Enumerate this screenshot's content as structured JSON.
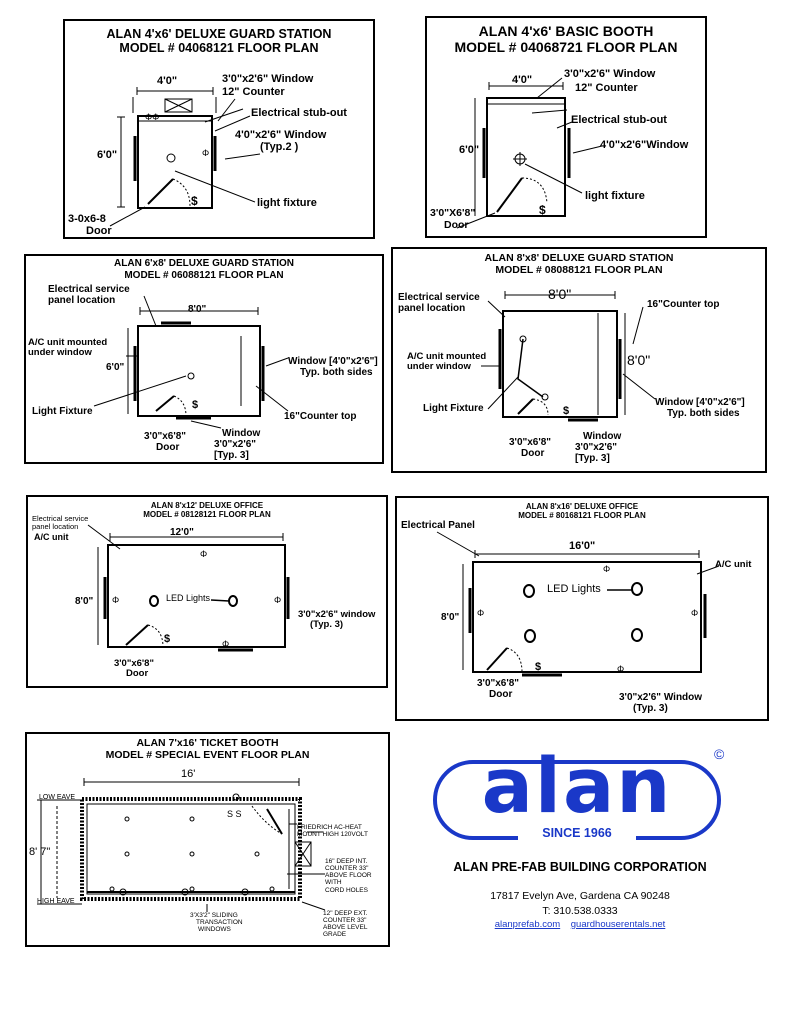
{
  "panel1": {
    "title1": "ALAN 4'x6' DELUXE GUARD STATION",
    "title2": "MODEL # 04068121  FLOOR PLAN",
    "width": "4'0\"",
    "height": "6'0\"",
    "window_front": "3'0\"x2'6\" Window",
    "counter": "12\" Counter",
    "stub": "Electrical stub-out",
    "window_side1": "4'0\"x2'6\" Window",
    "window_side2": "(Typ.2 )",
    "light": "light fixture",
    "door1": "3-0x6-8",
    "door2": "Door"
  },
  "panel2": {
    "title1": "ALAN 4'x6'  BASIC BOOTH",
    "title2": "MODEL # 04068721  FLOOR PLAN",
    "width": "4'0\"",
    "height": "6'0\"",
    "window_front": "3'0\"x2'6\" Window",
    "counter": "12\" Counter",
    "stub": "Electrical stub-out",
    "window_side": "4'0\"x2'6\"Window",
    "light": "light fixture",
    "door1": "3'0\"X6'8\"",
    "door2": "Door"
  },
  "panel3": {
    "title1": "ALAN 6'x8' DELUXE GUARD STATION",
    "title2": "MODEL # 06088121  FLOOR PLAN",
    "elec1": "Electrical service",
    "elec2": "panel location",
    "width": "8'0\"",
    "height": "6'0\"",
    "ac1": "A/C unit mounted",
    "ac2": "under window",
    "window1": "Window [4'0\"x2'6\"]",
    "window2": "Typ. both sides",
    "light": "Light Fixture",
    "counter": "16\"Counter top",
    "door1": "3'0\"x6'8\"",
    "door2": "Door",
    "win_b1": "Window",
    "win_b2": "3'0\"x2'6\"",
    "win_b3": "[Typ. 3]"
  },
  "panel4": {
    "title1": "ALAN 8'x8' DELUXE GUARD STATION",
    "title2": "MODEL # 08088121  FLOOR PLAN",
    "elec1": "Electrical service",
    "elec2": "panel location",
    "width": "8'0\"",
    "height": "8'0\"",
    "counter": "16\"Counter top",
    "ac1": "A/C unit  mounted",
    "ac2": "under window",
    "light": "Light Fixture",
    "window1": "Window [4'0\"x2'6\"]",
    "window2": "Typ. both sides",
    "door1": "3'0\"x6'8\"",
    "door2": "Door",
    "win_b1": "Window",
    "win_b2": "3'0\"x2'6\"",
    "win_b3": "[Typ. 3]"
  },
  "panel5": {
    "title1": "ALAN 8'x12' DELUXE OFFICE",
    "title2": "MODEL # 08128121 FLOOR PLAN",
    "elec1": "Electrical service",
    "elec2": "panel location",
    "ac": "A/C unit",
    "width": "12'0\"",
    "height": "8'0\"",
    "led": "LED Lights",
    "window1": "3'0\"x2'6\" window",
    "window2": "(Typ. 3)",
    "door1": "3'0\"x6'8\"",
    "door2": "Door"
  },
  "panel6": {
    "title1": "ALAN 8'x16' DELUXE OFFICE",
    "title2": "MODEL # 80168121  FLOOR PLAN",
    "elec": "Electrical Panel",
    "width": "16'0\"",
    "ac": "A/C unit",
    "height": "8'0\"",
    "led": "LED Lights",
    "door1": "3'0\"x6'8\"",
    "door2": "Door",
    "window1": "3'0\"x2'6\" Window",
    "window2": "(Typ. 3)"
  },
  "panel7": {
    "title1": "ALAN 7'x16' TICKET BOOTH",
    "title2": "MODEL # SPECIAL EVENT  FLOOR PLAN",
    "width": "16'",
    "height": "8' 7\"",
    "low_eave": "LOW EAVE",
    "high_eave": "HIGH EAVE",
    "ss": "S S",
    "friedrich1": "FRIEDRICH AC-HEAT",
    "friedrich2": "MOUNT HIGH 120VOLT",
    "int1": "16\" DEEP INT.",
    "int2": "COUNTER 33\"",
    "int3": "ABOVE FLOOR",
    "int4": "WITH",
    "int5": "CORD HOLES",
    "slide1": "3'X3'2\" SLIDING",
    "slide2": "TRANSACTION",
    "slide3": "WINDOWS",
    "ext1": "12\" DEEP EXT.",
    "ext2": "COUNTER 33\"",
    "ext3": "ABOVE LEVEL",
    "ext4": "GRADE"
  },
  "company": {
    "logo_text": "alan",
    "copyright": "©",
    "since": "SINCE 1966",
    "name": "ALAN PRE-FAB BUILDING CORPORATION",
    "address": "17817 Evelyn Ave, Gardena CA 90248",
    "phone": "T:  310.538.0333",
    "link1": "alanprefab.com",
    "link2": "guardhouserentals.net",
    "brand_color": "#1a38c8"
  }
}
